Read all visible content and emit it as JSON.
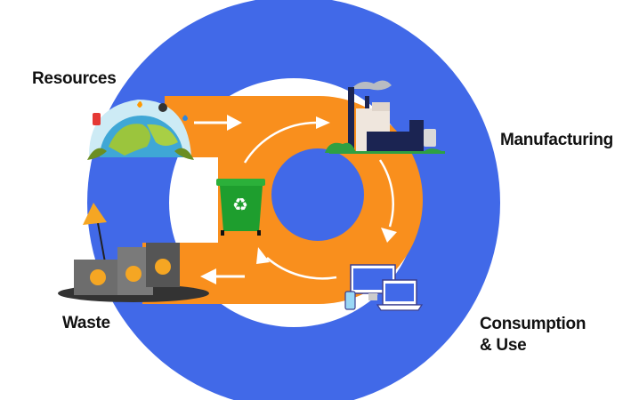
{
  "labels": {
    "resources": "Resources",
    "manufacturing": "Manufacturing",
    "waste": "Waste",
    "consumption_line1": "Consumption",
    "consumption_line2": "& Use"
  },
  "colors": {
    "blue": "#4169E8",
    "orange": "#F98F1D",
    "bin_green": "#1E9E2E",
    "white": "#FFFFFF"
  }
}
